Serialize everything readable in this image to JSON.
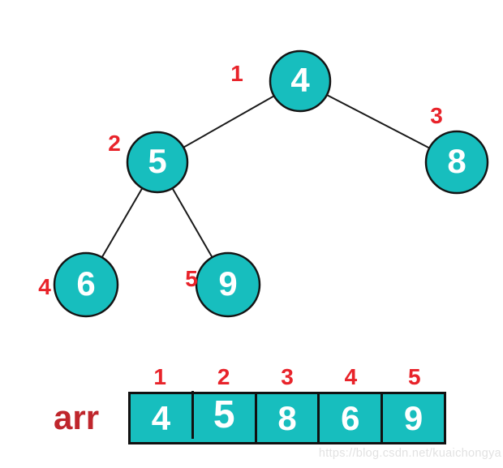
{
  "diagram": {
    "type": "binary-tree-to-array-mapping",
    "tree": {
      "nodes": [
        {
          "index": "1",
          "value": "4"
        },
        {
          "index": "2",
          "value": "5"
        },
        {
          "index": "3",
          "value": "8"
        },
        {
          "index": "4",
          "value": "6"
        },
        {
          "index": "5",
          "value": "9"
        }
      ],
      "edges": [
        {
          "from": "1",
          "to": "2"
        },
        {
          "from": "1",
          "to": "3"
        },
        {
          "from": "2",
          "to": "4"
        },
        {
          "from": "2",
          "to": "5"
        }
      ]
    },
    "array": {
      "label": "arr",
      "cells": [
        {
          "index": "1",
          "value": "4"
        },
        {
          "index": "2",
          "value": "5"
        },
        {
          "index": "3",
          "value": "8"
        },
        {
          "index": "4",
          "value": "6"
        },
        {
          "index": "5",
          "value": "9"
        }
      ]
    },
    "colors": {
      "node_fill": "#17bebe",
      "node_border": "#141414",
      "index_red": "#e8232a",
      "arr_label_red": "#bf262c",
      "value_text": "#ffffff",
      "watermark_gray": "#e2e2e2"
    },
    "watermark": "https://blog.csdn.net/kuaichongya"
  }
}
